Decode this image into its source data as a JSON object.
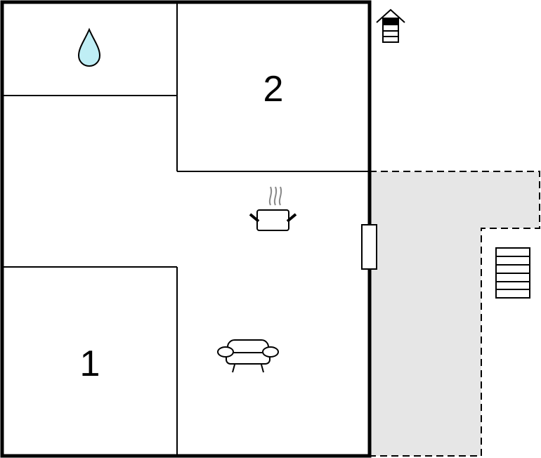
{
  "rooms": [
    {
      "id": "bedroom-1",
      "label": "1"
    },
    {
      "id": "bedroom-2",
      "label": "2"
    }
  ],
  "icons": {
    "bathroom": "water-drop-icon",
    "kitchen": "cooking-pot-icon",
    "living": "sofa-icon",
    "entrance": "house-entrance-icon",
    "stairs": "stairs-icon",
    "door": "door-icon"
  },
  "colors": {
    "wall": "#000000",
    "terrace": "#e6e6e6",
    "water": "#bfeef5",
    "steam": "#888888"
  }
}
